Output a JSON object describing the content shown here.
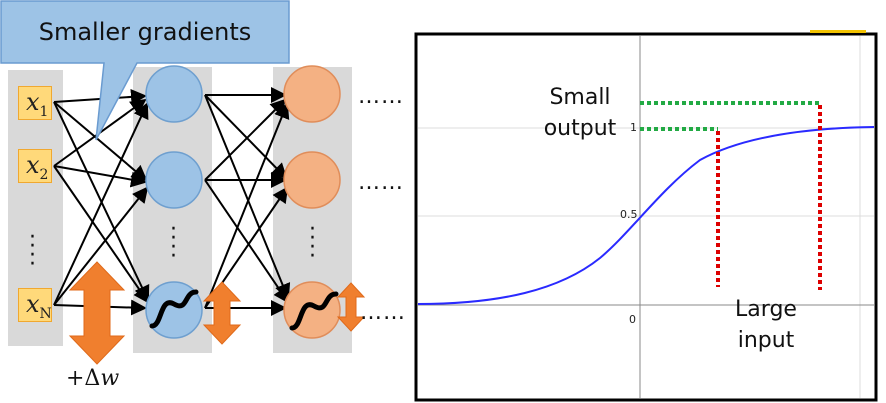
{
  "callout": {
    "text": "Smaller gradients"
  },
  "inputs": {
    "symbol": "x",
    "items": [
      {
        "sub": "1"
      },
      {
        "sub": "2"
      },
      {
        "sub": "N"
      }
    ]
  },
  "ellipsis_h": "……",
  "ellipsis_v": "⋮",
  "delta_w": {
    "prefix": "+Δ",
    "var": "w"
  },
  "plot": {
    "label_small_output": [
      "Small",
      "output"
    ],
    "label_large_input": [
      "Large",
      "input"
    ],
    "tick_1": "1",
    "tick_05": "0.5",
    "tick_0": "0"
  },
  "colors": {
    "layer_bg": "#d9d9d9",
    "hidden1": "#9dc3e6",
    "hidden2": "#f4b183",
    "input_box": "#ffd97a",
    "arrow": "#f07f2e",
    "sigmoid": "#2a2aff",
    "green_dotted": "#22aa44",
    "red_dotted": "#dd0000"
  }
}
